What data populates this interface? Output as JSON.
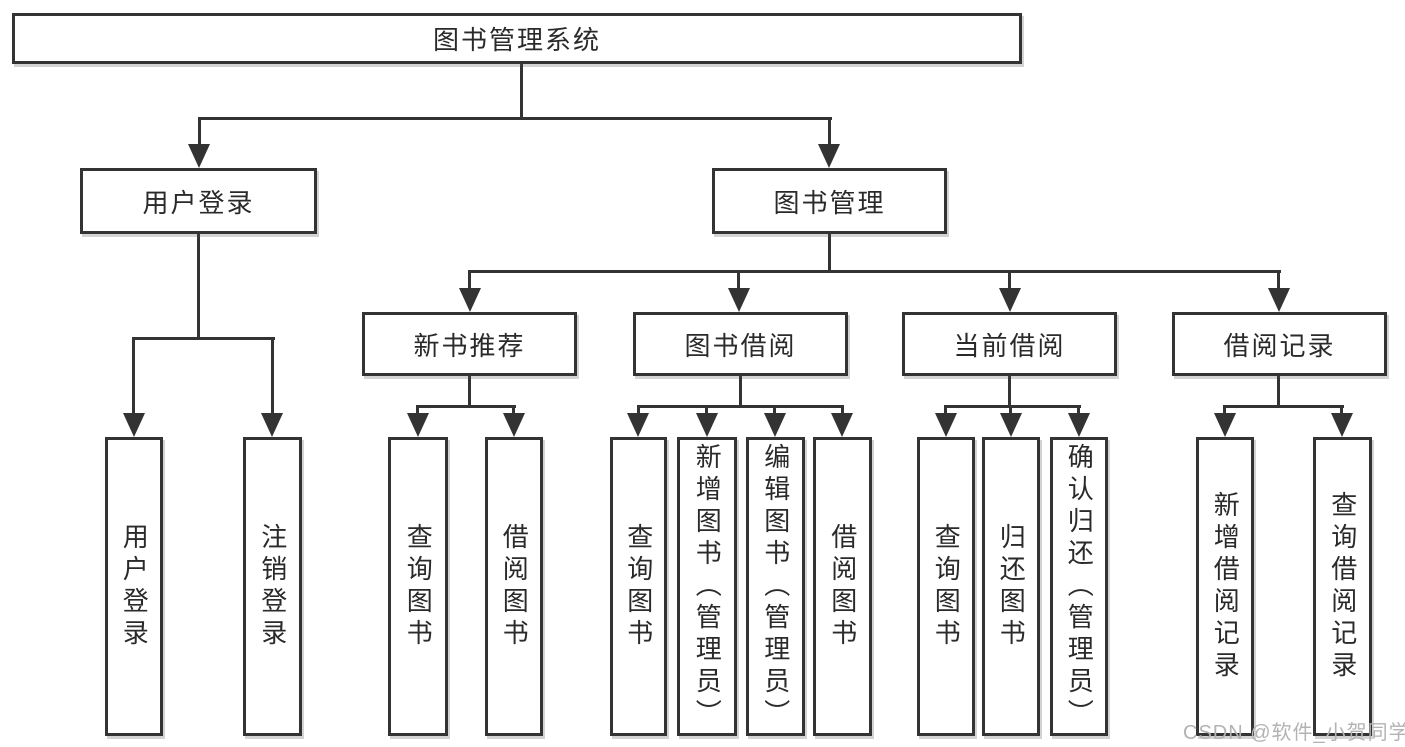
{
  "diagram": {
    "title_note": "library management system feature tree",
    "root": {
      "label": "图书管理系统"
    },
    "branches": [
      {
        "label": "用户登录",
        "children": [
          {
            "label": "用户登录"
          },
          {
            "label": "注销登录"
          }
        ]
      },
      {
        "label": "图书管理",
        "children": [
          {
            "label": "新书推荐",
            "children": [
              {
                "label": "查询图书"
              },
              {
                "label": "借阅图书"
              }
            ]
          },
          {
            "label": "图书借阅",
            "children": [
              {
                "label": "查询图书"
              },
              {
                "label": "新增图书（管理员）"
              },
              {
                "label": "编辑图书（管理员）"
              },
              {
                "label": "借阅图书"
              }
            ]
          },
          {
            "label": "当前借阅",
            "children": [
              {
                "label": "查询图书"
              },
              {
                "label": "归还图书"
              },
              {
                "label": "确认归还（管理员）"
              }
            ]
          },
          {
            "label": "借阅记录",
            "children": [
              {
                "label": "新增借阅记录"
              },
              {
                "label": "查询借阅记录"
              }
            ]
          }
        ]
      }
    ]
  },
  "colors": {
    "line": "#333333",
    "box_border": "#333333",
    "text": "#2a2a2a",
    "watermark": "#b3b3b3",
    "background": "#ffffff"
  },
  "watermark": {
    "text": "CSDN @软件_小贺同学"
  }
}
